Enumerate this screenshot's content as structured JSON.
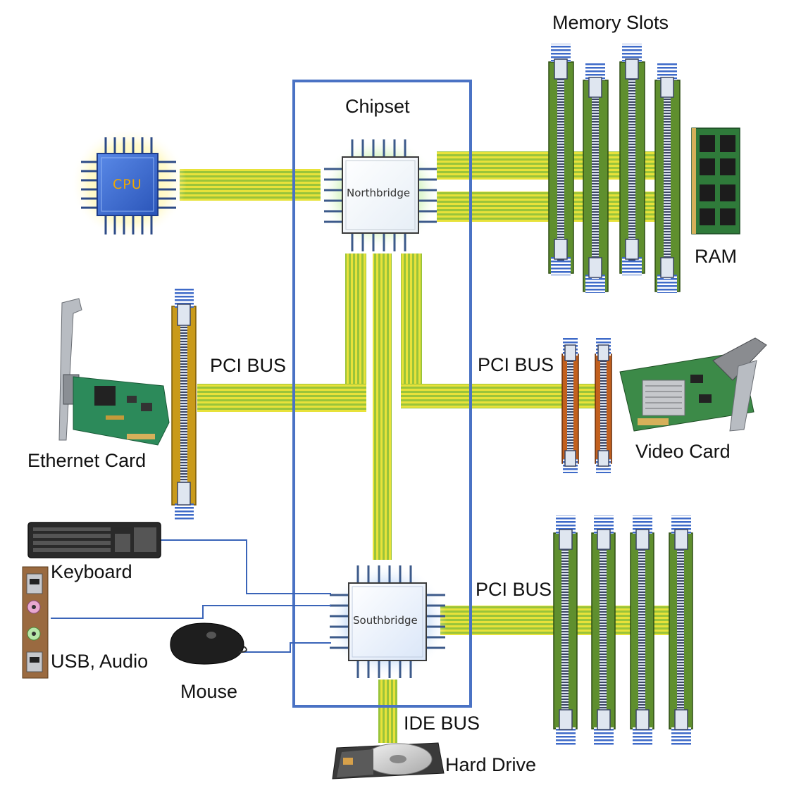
{
  "labels": {
    "chipset": "Chipset",
    "cpu": "CPU",
    "northbridge": "Northbridge",
    "southbridge": "Southbridge",
    "memory_slots": "Memory Slots",
    "ram": "RAM",
    "pci_bus_left": "PCI BUS",
    "pci_bus_right": "PCI BUS",
    "pci_bus_bottom": "PCI BUS",
    "ethernet_card": "Ethernet Card",
    "video_card": "Video Card",
    "keyboard": "Keyboard",
    "usb_audio": "USB, Audio",
    "mouse": "Mouse",
    "ide_bus": "IDE BUS",
    "hard_drive": "Hard Drive"
  },
  "colors": {
    "chipset_border": "#4a72c4",
    "bus_yellow": "#e8e23a",
    "bus_green": "#9ac43a",
    "slot_green": "#5f8f2e",
    "slot_orange": "#c2601e",
    "slot_gold": "#c99a1a",
    "cpu_blue": "#3a6fd6",
    "wire_blue": "#3a64b8"
  },
  "icons": {
    "cpu": "cpu-chip-icon",
    "northbridge": "northbridge-chip-icon",
    "southbridge": "southbridge-chip-icon",
    "ram": "ram-module-icon",
    "ethernet": "ethernet-card-icon",
    "video": "video-card-icon",
    "keyboard": "keyboard-icon",
    "mouse": "mouse-icon",
    "usb_audio": "usb-audio-panel-icon",
    "hard_drive": "hard-drive-icon"
  }
}
